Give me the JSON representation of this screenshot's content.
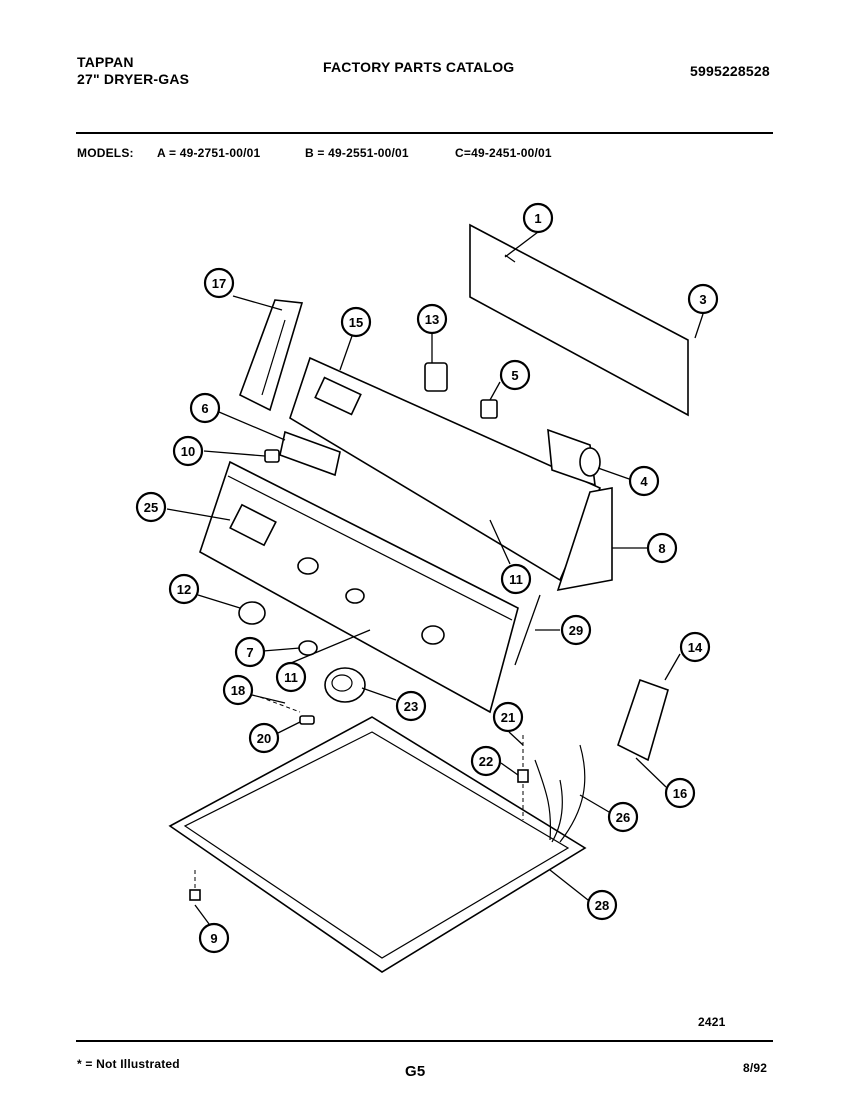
{
  "header": {
    "brand": "TAPPAN",
    "product": "27\" DRYER-GAS",
    "catalog_title": "FACTORY PARTS CATALOG",
    "catalog_number": "5995228528"
  },
  "models": {
    "label": "MODELS:",
    "a": "A = 49-2751-00/01",
    "b": "B = 49-2551-00/01",
    "c": "C=49-2451-00/01"
  },
  "callouts": [
    "1",
    "3",
    "4",
    "5",
    "6",
    "7",
    "8",
    "9",
    "10",
    "11",
    "11",
    "12",
    "13",
    "14",
    "15",
    "16",
    "17",
    "18",
    "20",
    "21",
    "22",
    "23",
    "25",
    "26",
    "28",
    "29"
  ],
  "footer": {
    "figure_code": "2421",
    "note": "* = Not Illustrated",
    "page": "G5",
    "date": "8/92"
  }
}
